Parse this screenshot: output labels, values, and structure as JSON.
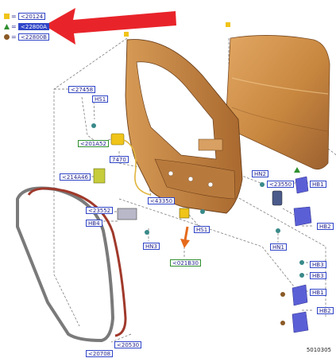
{
  "legend": [
    {
      "code": "<20124",
      "marker_color": "#f0c419",
      "marker": "square"
    },
    {
      "code": "<22800A",
      "marker_color": "#2f8f2f",
      "marker": "triangle",
      "highlighted": true
    },
    {
      "code": "<22800B",
      "marker_color": "#8a5a26",
      "marker": "circle"
    }
  ],
  "callouts": {
    "c27458": "<27458",
    "hs1_top": "HS1",
    "c201a52": "<201A52",
    "c7470": "7470",
    "c214a46": "<214A46",
    "c43350": "<43350",
    "c23552": "<23552",
    "hb4": "HB4",
    "hn3": "HN3",
    "hs1_mid": "HS1",
    "c021b30": "<021B30",
    "hn2": "HN2",
    "c23550": "<23550",
    "hb1_top": "HB1",
    "hb2_top": "HB2",
    "hn1": "HN1",
    "hb3_a": "HB3",
    "hb3_b": "HB3",
    "hb1_bot": "HB1",
    "hb2_bot": "HB2",
    "c20708": "<20708",
    "c20530": "<20530"
  },
  "doc_id": "5010305",
  "colors": {
    "arrow": "#e8242a",
    "door_panel": "#c8873f",
    "door_panel_dark": "#8a5426",
    "seal_outer": "#7a7a7a",
    "seal_inner": "#a0392b",
    "label_border": "#2f45c8",
    "label_highlight": "#2f45c8",
    "bracket": "#5b5fd6",
    "orange_arrow": "#e56a1c"
  },
  "icons": [
    "red-arrow-icon",
    "door-frame-icon",
    "door-outer-panel-icon",
    "weatherstrip-seal-icon",
    "hinge-icon",
    "bolt-icon",
    "lock-actuator-icon",
    "check-strap-icon"
  ]
}
